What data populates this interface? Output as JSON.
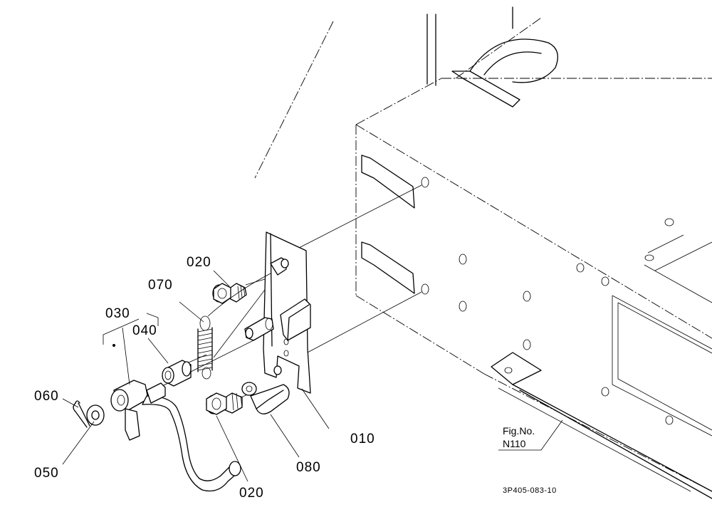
{
  "callouts": {
    "p010": "010",
    "p020_top": "020",
    "p020_bottom": "020",
    "p030": "030",
    "p040": "040",
    "p050": "050",
    "p060": "060",
    "p070": "070",
    "p080": "080"
  },
  "figure_ref": {
    "label": "Fig.No.",
    "number": "N110"
  },
  "drawing_code": "3P405-083-10"
}
